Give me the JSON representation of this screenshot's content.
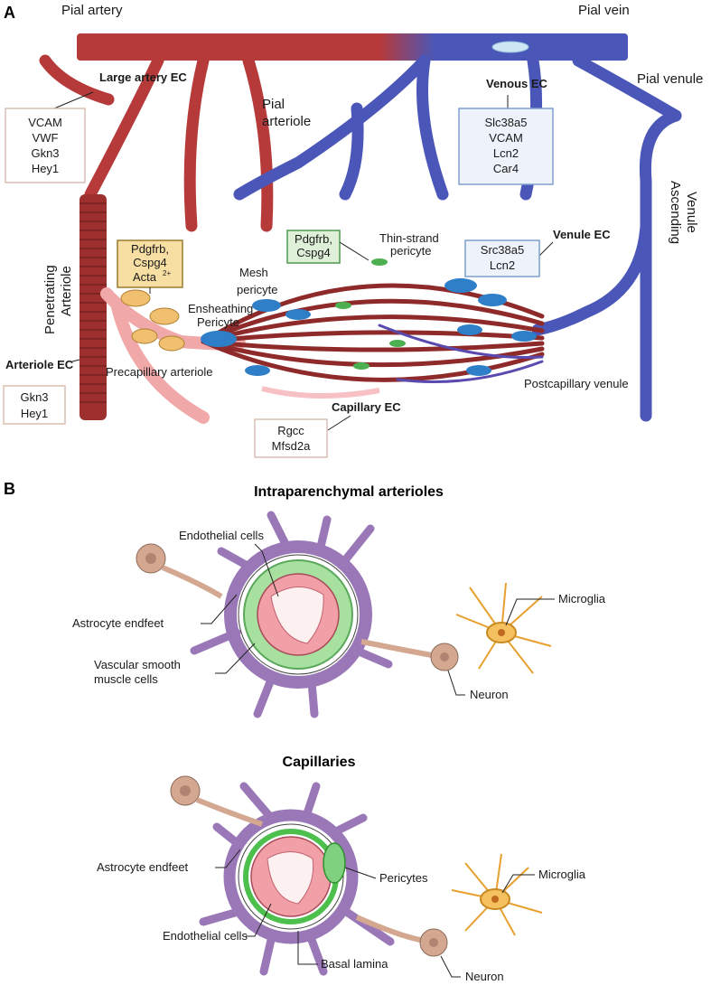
{
  "panel_a": {
    "letter": "A",
    "labels": {
      "pial_artery": "Pial artery",
      "pial_vein": "Pial vein",
      "pial_venule": "Pial venule",
      "pial_arteriole_1": "Pial",
      "pial_arteriole_2": "arteriole",
      "penetrating_1": "Penetrating",
      "penetrating_2": "Arteriole",
      "ascending_1": "Ascending",
      "ascending_2": "Venule",
      "ensheathing_1": "Ensheathing",
      "ensheathing_2": "Pericyte",
      "mesh_1": "Mesh",
      "mesh_2": "pericyte",
      "thin_1": "Thin-strand",
      "thin_2": "pericyte",
      "precapillary": "Precapillary arteriole",
      "postcapillary": "Postcapillary venule"
    },
    "boxes": {
      "large_artery": {
        "title": "Large artery EC",
        "lines": [
          "VCAM",
          "VWF",
          "Gkn3",
          "Hey1"
        ]
      },
      "venous": {
        "title": "Venous EC",
        "lines": [
          "Slc38a5",
          "VCAM",
          "Lcn2",
          "Car4"
        ]
      },
      "venule": {
        "title": "Venule EC",
        "lines": [
          "Src38a5",
          "Lcn2"
        ]
      },
      "arteriole": {
        "title": "Arteriole EC",
        "lines": [
          "Gkn3",
          "Hey1"
        ]
      },
      "capillary": {
        "title": "Capillary  EC",
        "lines": [
          "Rgcc",
          "Mfsd2a"
        ]
      },
      "ensheathing_markers": {
        "lines": [
          "Pdgfrb,",
          "Cspg4",
          "Acta"
        ],
        "superscript": "2+"
      },
      "mesh_markers": {
        "lines": [
          "Pdgfrb,",
          "Cspg4"
        ]
      }
    }
  },
  "panel_b": {
    "letter": "B",
    "arterioles": {
      "title": "Intraparenchymal arterioles",
      "endothelial": "Endothelial cells",
      "astrocyte": "Astrocyte endfeet",
      "smooth_1": "Vascular smooth",
      "smooth_2": "muscle cells",
      "microglia": "Microglia",
      "neuron": "Neuron"
    },
    "capillaries": {
      "title": "Capillaries",
      "astrocyte": "Astrocyte endfeet",
      "pericytes": "Pericytes",
      "microglia": "Microglia",
      "endothelial": "Endothelial cells",
      "basal_lamina": "Basal lamina",
      "neuron": "Neuron"
    }
  },
  "colors": {
    "artery": "#b73a3a",
    "vein": "#4a57b8",
    "box_tan_border": "#d9bfb2",
    "box_blue_border": "#7f9fce",
    "box_green_border": "#4e9a4e",
    "box_gold_border": "#9a7a2e",
    "pericyte_blue": "#2f7fc8",
    "smooth_muscle_green": "#7fd17f",
    "astrocyte_purple": "#9a78b8",
    "microglia_orange": "#f0b040",
    "neuron_tan": "#d4a890",
    "endothelial_pink": "#f2a0a8"
  }
}
